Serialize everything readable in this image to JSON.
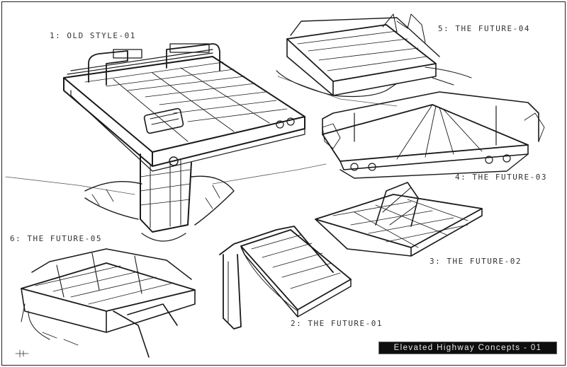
{
  "sheet": {
    "title": "Elevated Highway Concepts - 01",
    "concepts": [
      {
        "label": "1: OLD STYLE-01"
      },
      {
        "label": "2: THE FUTURE-01"
      },
      {
        "label": "3: THE FUTURE-02"
      },
      {
        "label": "4: THE FUTURE-03"
      },
      {
        "label": "5: THE FUTURE-04"
      },
      {
        "label": "6: THE FUTURE-05"
      }
    ]
  },
  "colors": {
    "ink": "#1a1a1a",
    "paper": "#ffffff",
    "title_bg": "#0d0d0d",
    "title_text": "#e9e9e9"
  }
}
